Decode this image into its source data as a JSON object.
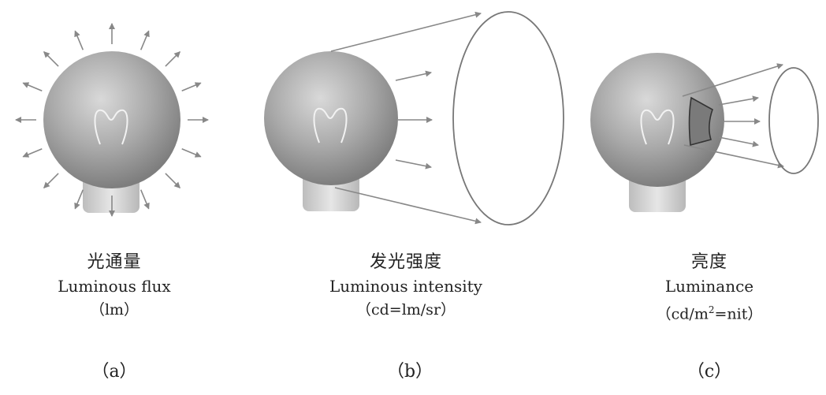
{
  "panels": [
    {
      "title": "光通量",
      "name": "Luminous flux",
      "unit": "（lm）",
      "sub": "（a）"
    },
    {
      "title": "发光强度",
      "name": "Luminous intensity",
      "unit": "（cd=lm/sr）",
      "sub": "（b）"
    },
    {
      "title": "亮度",
      "name": "Luminance",
      "unit_prefix": "（cd/m",
      "unit_sup": "2",
      "unit_suffix": "=nit）",
      "sub": "（c）"
    }
  ],
  "colors": {
    "arrow": "#888888",
    "outline": "#777777",
    "patch": "#7a7a7a"
  }
}
